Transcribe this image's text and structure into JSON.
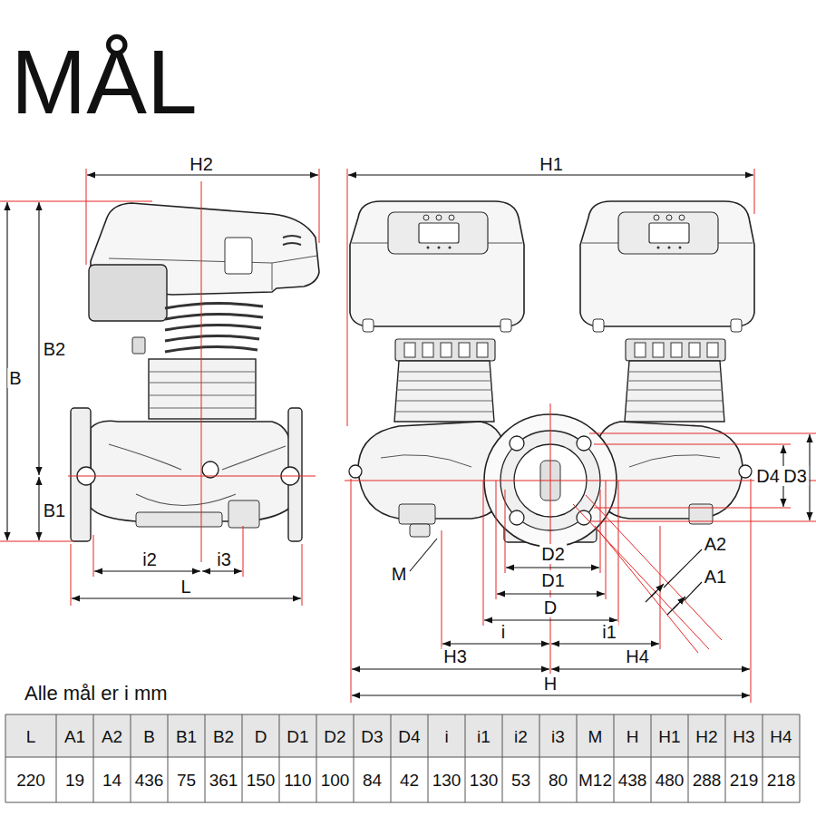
{
  "diagram": {
    "title": "MÅL",
    "labels": [
      "H2",
      "B2",
      "B",
      "B1",
      "i2",
      "i3",
      "L",
      "H1",
      "M",
      "D4",
      "D3",
      "A2",
      "A1",
      "D2",
      "D1",
      "D",
      "i",
      "i1",
      "H3",
      "H4",
      "H",
      "Alle mål er i mm",
      "L",
      "A1",
      "A2",
      "B",
      "B1",
      "B2",
      "D",
      "D1",
      "D2",
      "D3",
      "D4",
      "i",
      "i1",
      "i2",
      "i3",
      "M",
      "H",
      "H1",
      "H2",
      "H3",
      "H4",
      "220",
      "19",
      "14",
      "436",
      "75",
      "361",
      "150",
      "110",
      "100",
      "84",
      "42",
      "130",
      "130",
      "53",
      "80",
      "M12",
      "438",
      "480",
      "288",
      "219",
      "218"
    ]
  }
}
